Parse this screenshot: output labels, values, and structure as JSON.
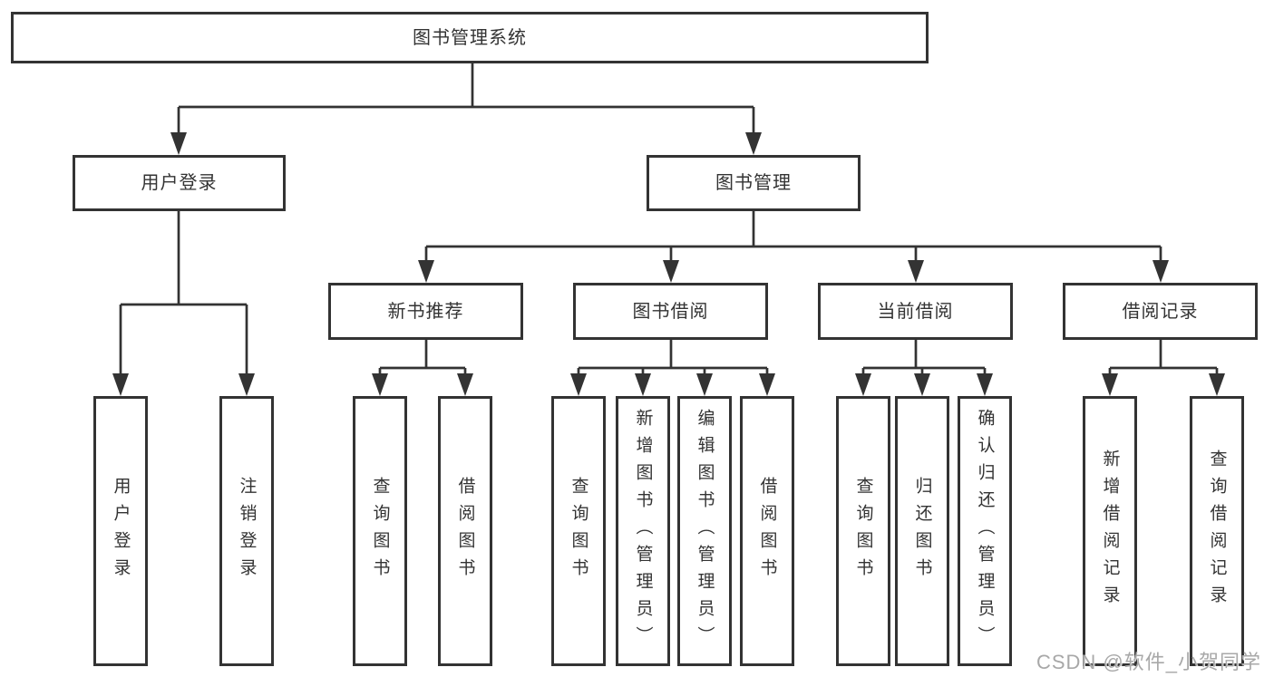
{
  "tree": {
    "root": {
      "label": "图书管理系统",
      "children": [
        {
          "label": "用户登录",
          "children": [
            {
              "label": "用户登录"
            },
            {
              "label": "注销登录"
            }
          ]
        },
        {
          "label": "图书管理",
          "children": [
            {
              "label": "新书推荐",
              "children": [
                {
                  "label": "查询图书"
                },
                {
                  "label": "借阅图书"
                }
              ]
            },
            {
              "label": "图书借阅",
              "children": [
                {
                  "label": "查询图书"
                },
                {
                  "label": "新增图书（管理员）"
                },
                {
                  "label": "编辑图书（管理员）"
                },
                {
                  "label": "借阅图书"
                }
              ]
            },
            {
              "label": "当前借阅",
              "children": [
                {
                  "label": "查询图书"
                },
                {
                  "label": "归还图书"
                },
                {
                  "label": "确认归还（管理员）"
                }
              ]
            },
            {
              "label": "借阅记录",
              "children": [
                {
                  "label": "新增借阅记录"
                },
                {
                  "label": "查询借阅记录"
                }
              ]
            }
          ]
        }
      ]
    }
  },
  "watermark": "CSDN @软件_小贺同学",
  "colors": {
    "line": "#333333",
    "text": "#333333",
    "watermark": "#a8a8a8",
    "background": "#ffffff"
  }
}
